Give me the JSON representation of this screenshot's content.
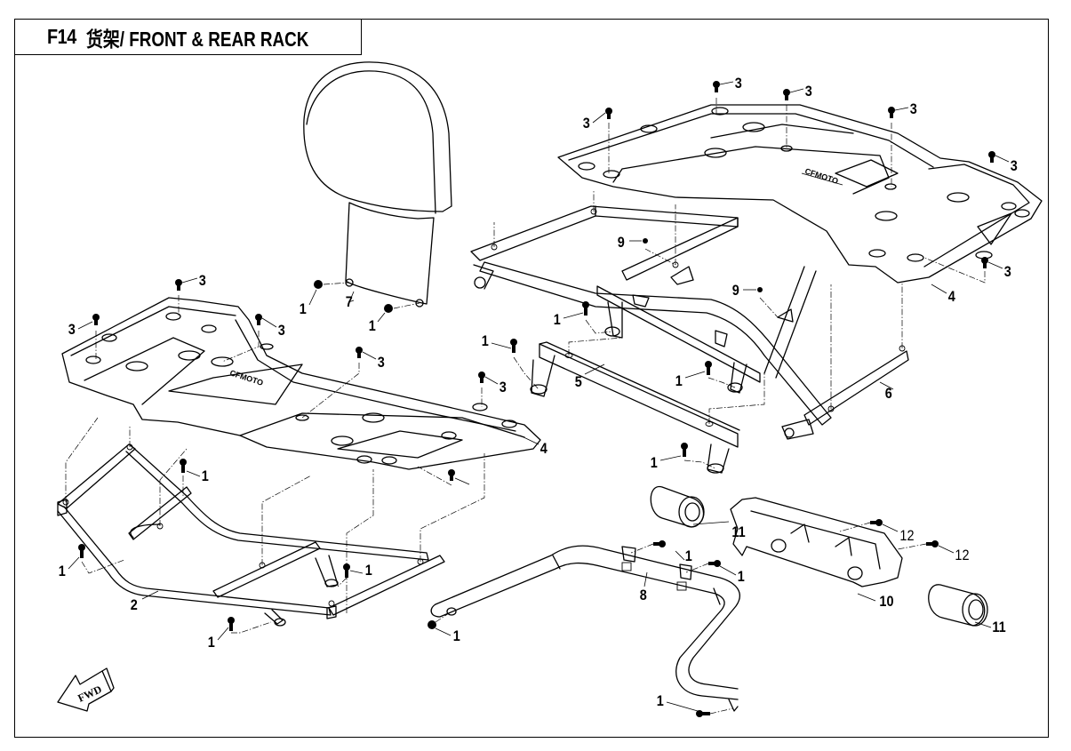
{
  "title": {
    "code": "F14",
    "text": "货架/ FRONT & REAR RACK"
  },
  "fwd_label": "FWD",
  "parts": [
    {
      "ref": "1",
      "description": "bolt"
    },
    {
      "ref": "2",
      "description": "front rack frame"
    },
    {
      "ref": "3",
      "description": "rack screw"
    },
    {
      "ref": "4",
      "description": "rack panel"
    },
    {
      "ref": "5",
      "description": "rear rack crossbar"
    },
    {
      "ref": "6",
      "description": "rear rack frame"
    },
    {
      "ref": "7",
      "description": "backrest"
    },
    {
      "ref": "8",
      "description": "rear grab bar"
    },
    {
      "ref": "9",
      "description": "nut"
    },
    {
      "ref": "10",
      "description": "bracket"
    },
    {
      "ref": "11",
      "description": "sleeve"
    },
    {
      "ref": "12",
      "description": "bolt"
    }
  ],
  "callouts": [
    {
      "ref": "3",
      "part": "3"
    },
    {
      "ref": "3",
      "part": "3"
    },
    {
      "ref": "3",
      "part": "3"
    },
    {
      "ref": "3",
      "part": "3"
    },
    {
      "ref": "3",
      "part": "3"
    },
    {
      "ref": "3",
      "part": "3"
    },
    {
      "ref": "3",
      "part": "3"
    },
    {
      "ref": "3",
      "part": "3"
    },
    {
      "ref": "3",
      "part": "3"
    },
    {
      "ref": "3",
      "part": "3"
    },
    {
      "ref": "3",
      "part": "3"
    },
    {
      "ref": "4",
      "part": "4"
    },
    {
      "ref": "4",
      "part": "4"
    },
    {
      "ref": "7",
      "part": "7"
    },
    {
      "ref": "1",
      "part": "1"
    },
    {
      "ref": "1",
      "part": "1"
    },
    {
      "ref": "9",
      "part": "9"
    },
    {
      "ref": "9",
      "part": "9"
    },
    {
      "ref": "1",
      "part": "1"
    },
    {
      "ref": "1",
      "part": "1"
    },
    {
      "ref": "1",
      "part": "1"
    },
    {
      "ref": "1",
      "part": "1"
    },
    {
      "ref": "5",
      "part": "5"
    },
    {
      "ref": "6",
      "part": "6"
    },
    {
      "ref": "1",
      "part": "1"
    },
    {
      "ref": "1",
      "part": "1"
    },
    {
      "ref": "1",
      "part": "1"
    },
    {
      "ref": "2",
      "part": "2"
    },
    {
      "ref": "1",
      "part": "1"
    },
    {
      "ref": "11",
      "part": "11"
    },
    {
      "ref": "11",
      "part": "11"
    },
    {
      "ref": "12",
      "part": "12"
    },
    {
      "ref": "12",
      "part": "12"
    },
    {
      "ref": "10",
      "part": "10"
    },
    {
      "ref": "1",
      "part": "1"
    },
    {
      "ref": "1",
      "part": "1"
    },
    {
      "ref": "8",
      "part": "8"
    },
    {
      "ref": "1",
      "part": "1"
    },
    {
      "ref": "1",
      "part": "1"
    },
    {
      "ref": "1",
      "part": "1"
    }
  ]
}
